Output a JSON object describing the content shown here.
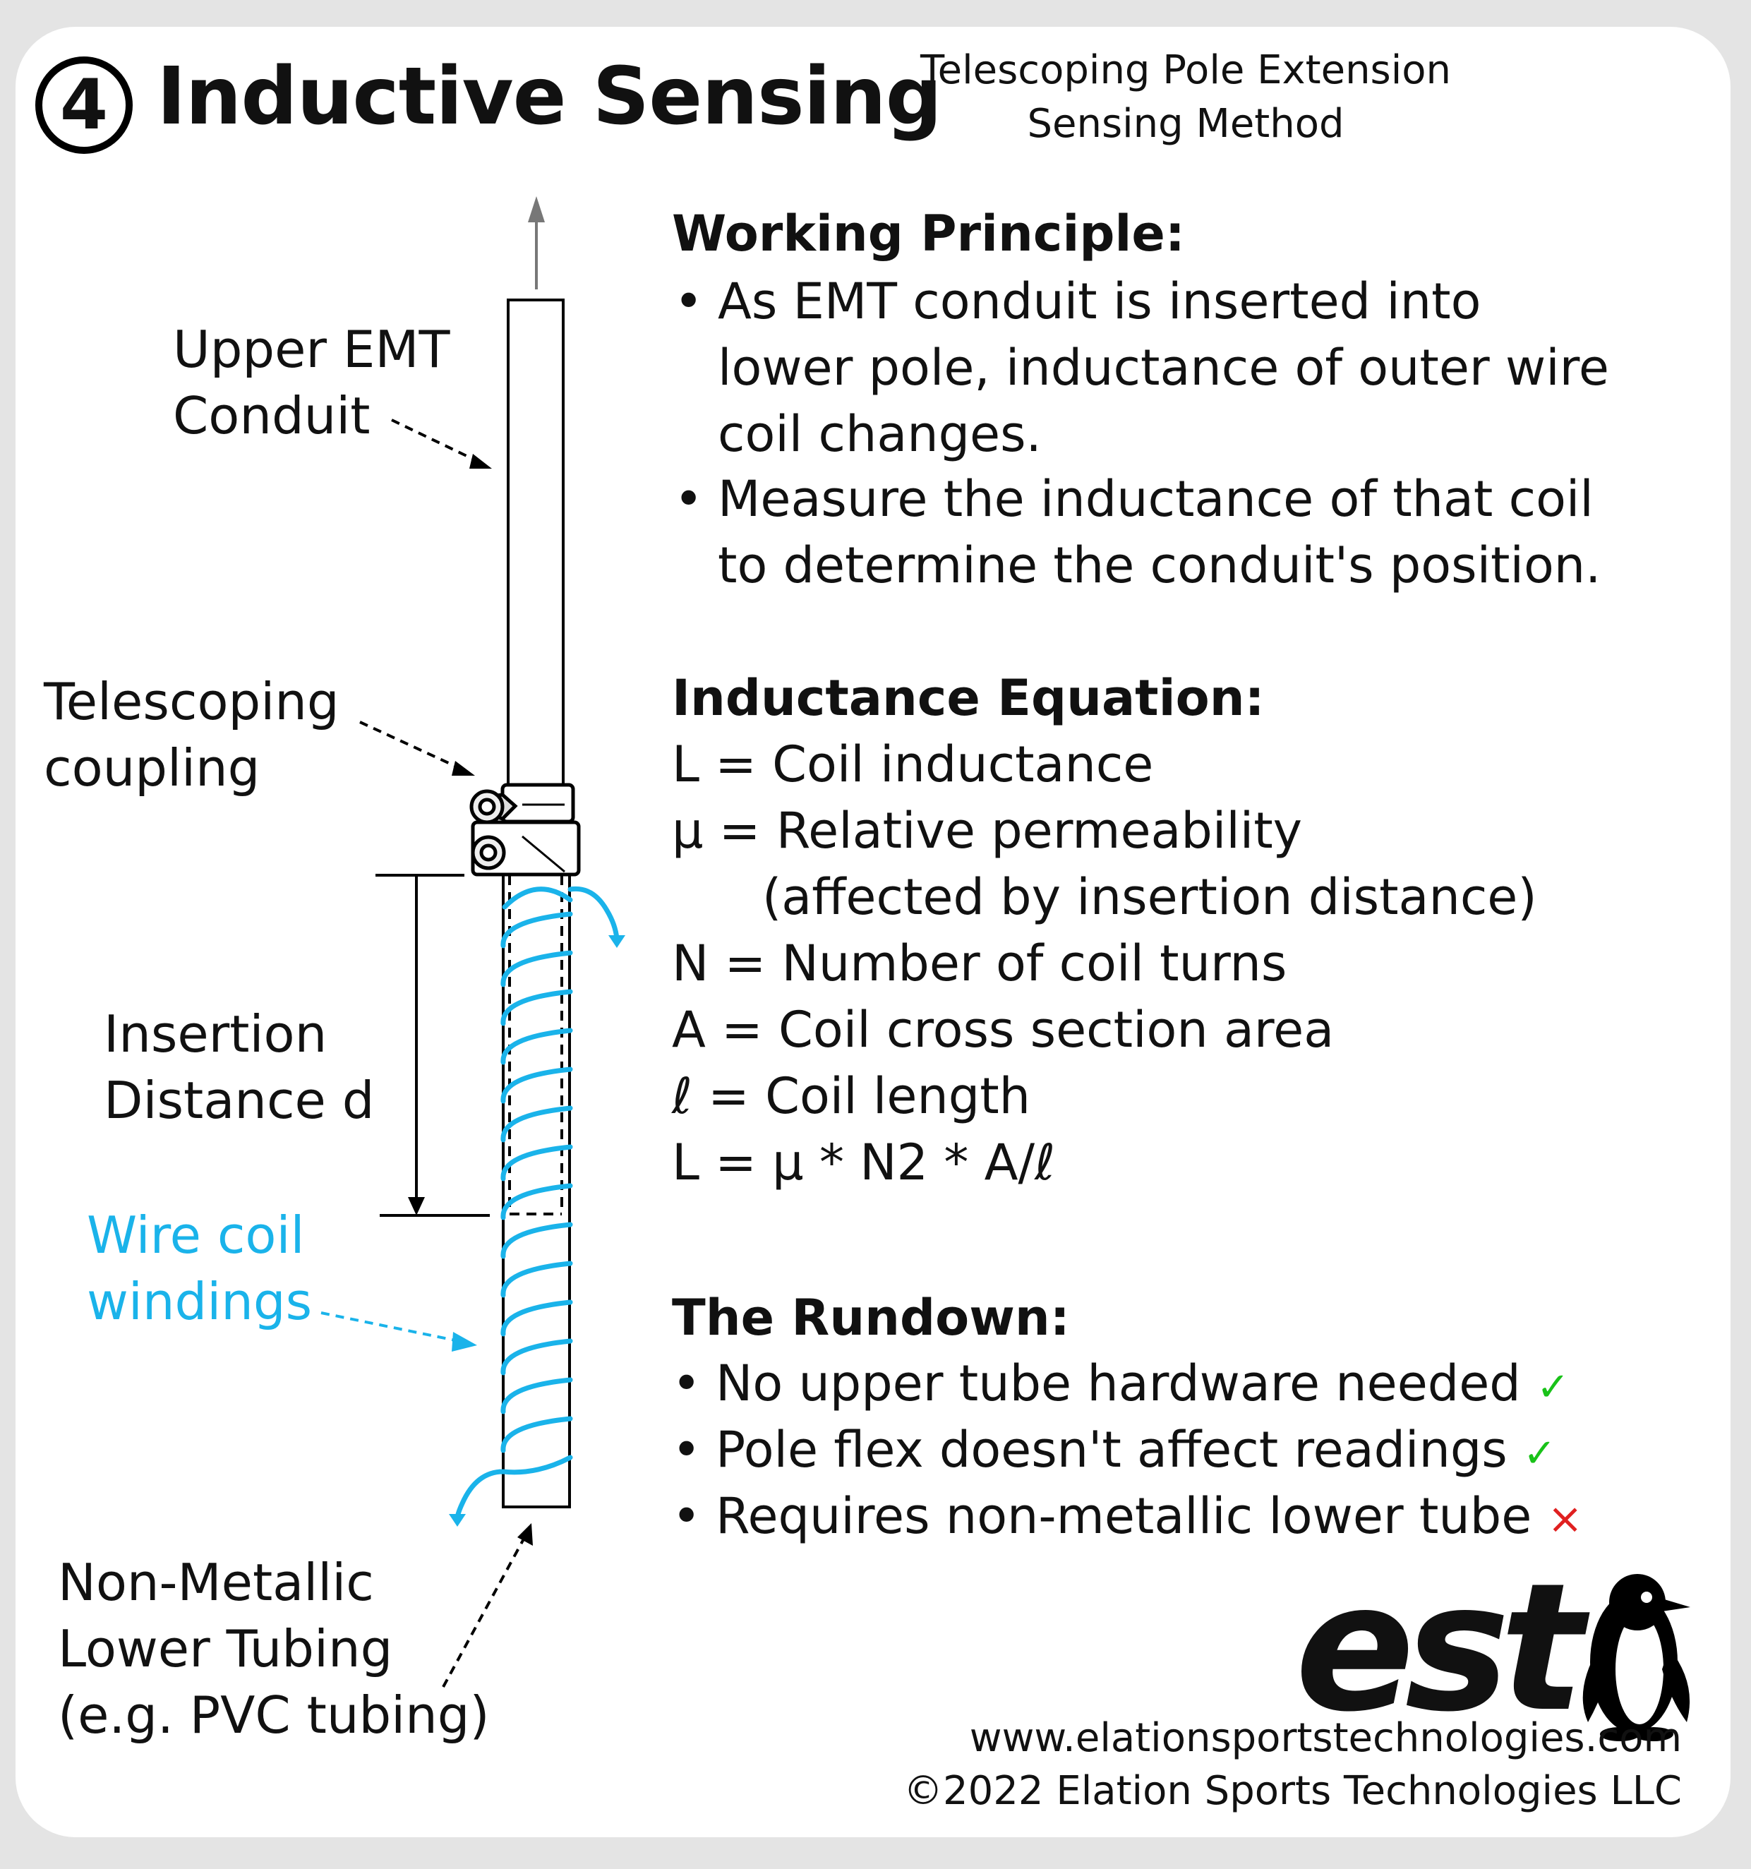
{
  "header": {
    "step_number": "4",
    "title": "Inductive Sensing",
    "subtitle": "Telescoping Pole Extension Sensing Method"
  },
  "diagram_labels": {
    "upper_conduit": [
      "Upper EMT",
      "Conduit"
    ],
    "coupling": [
      "Telescoping",
      "coupling"
    ],
    "insertion": [
      "Insertion",
      "Distance d"
    ],
    "coil": [
      "Wire coil",
      "windings"
    ],
    "lower_tubing": [
      "Non-Metallic",
      "Lower Tubing",
      "(e.g. PVC tubing)"
    ]
  },
  "working_principle": {
    "heading": "Working Principle:",
    "bullets": [
      [
        "As EMT conduit is inserted into",
        "lower pole, inductance of outer wire",
        "coil changes."
      ],
      [
        "Measure the inductance of that coil",
        "to determine the conduit's position."
      ]
    ]
  },
  "inductance_equation": {
    "heading": "Inductance Equation:",
    "lines": [
      "L = Coil inductance",
      "μ = Relative permeability",
      "(affected by insertion distance)",
      "N = Number of coil turns",
      "A = Coil cross section area",
      "ℓ = Coil length",
      "L = μ * N2 * A/ℓ"
    ]
  },
  "rundown": {
    "heading": "The Rundown:",
    "items": [
      {
        "text": "No upper tube hardware needed",
        "mark": "✓",
        "status": "pro"
      },
      {
        "text": "Pole flex doesn't affect readings",
        "mark": "✓",
        "status": "pro"
      },
      {
        "text": "Requires non-metallic lower tube",
        "mark": "×",
        "status": "con"
      }
    ]
  },
  "footer": {
    "logo": "est",
    "website": "www.elationsportstechnologies.com",
    "copyright": "©2022 Elation Sports Technologies LLC"
  },
  "colors": {
    "coil": "#1ab3ea",
    "check": "#19c219",
    "cross": "#e02020",
    "background": "#e4e4e4"
  },
  "icons": [
    "up-arrow-icon",
    "penguin-icon",
    "check-icon",
    "cross-icon"
  ]
}
